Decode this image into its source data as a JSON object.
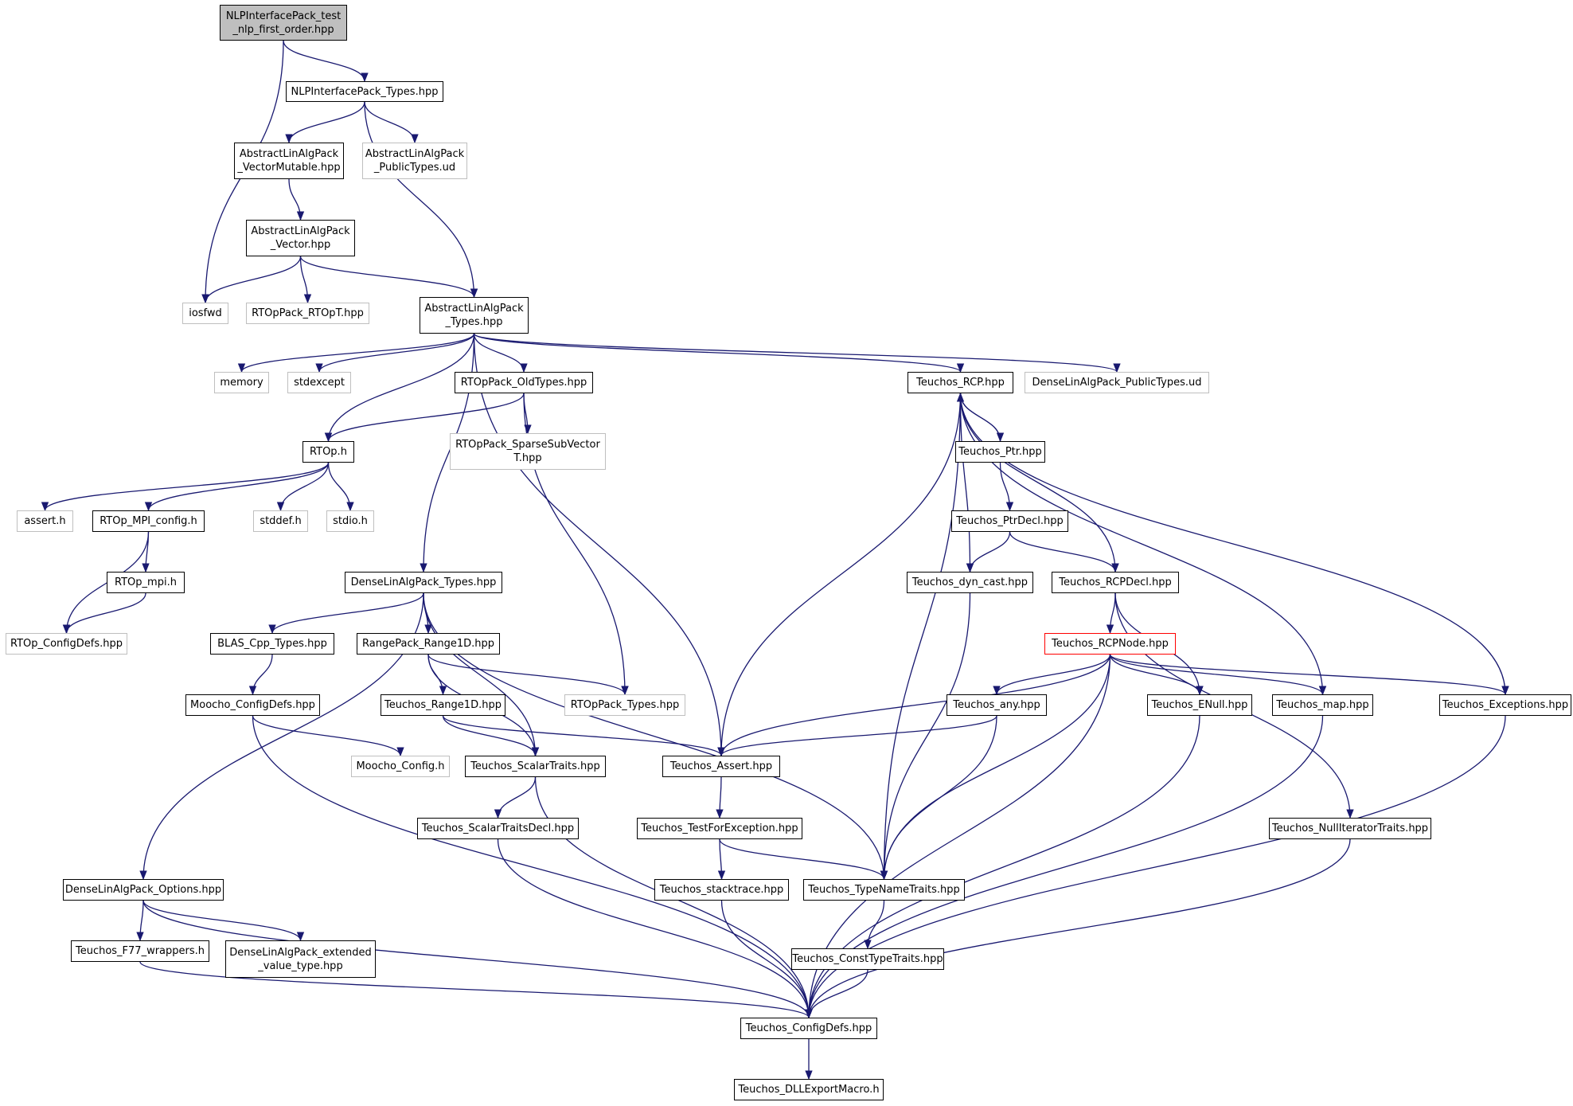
{
  "colors": {
    "edge": "#191970",
    "node_border": "#000000",
    "missing_border": "#bfbfbf",
    "root_fill": "#bfbfbf",
    "truncated_border": "#ff0000"
  },
  "nodes": [
    {
      "id": "root",
      "label": "NLPInterfacePack_test\n_nlp_first_order.hpp",
      "kind": "root"
    },
    {
      "id": "nlp_types",
      "label": "NLPInterfacePack_Types.hpp",
      "kind": "normal"
    },
    {
      "id": "ala_vm",
      "label": "AbstractLinAlgPack\n_VectorMutable.hpp",
      "kind": "normal"
    },
    {
      "id": "ala_put",
      "label": "AbstractLinAlgPack\n_PublicTypes.ud",
      "kind": "missing"
    },
    {
      "id": "ala_v",
      "label": "AbstractLinAlgPack\n_Vector.hpp",
      "kind": "normal"
    },
    {
      "id": "iosfwd",
      "label": "iosfwd",
      "kind": "missing"
    },
    {
      "id": "rtop_t",
      "label": "RTOpPack_RTOpT.hpp",
      "kind": "missing"
    },
    {
      "id": "ala_types",
      "label": "AbstractLinAlgPack\n_Types.hpp",
      "kind": "normal"
    },
    {
      "id": "memory",
      "label": "memory",
      "kind": "missing"
    },
    {
      "id": "stdexcept",
      "label": "stdexcept",
      "kind": "missing"
    },
    {
      "id": "rtop_old",
      "label": "RTOpPack_OldTypes.hpp",
      "kind": "normal"
    },
    {
      "id": "rcp",
      "label": "Teuchos_RCP.hpp",
      "kind": "normal"
    },
    {
      "id": "dense_put",
      "label": "DenseLinAlgPack_PublicTypes.ud",
      "kind": "missing"
    },
    {
      "id": "rtop_h",
      "label": "RTOp.h",
      "kind": "normal"
    },
    {
      "id": "rtop_ssv",
      "label": "RTOpPack_SparseSubVector\nT.hpp",
      "kind": "missing"
    },
    {
      "id": "ptr",
      "label": "Teuchos_Ptr.hpp",
      "kind": "normal"
    },
    {
      "id": "assert_h",
      "label": "assert.h",
      "kind": "missing"
    },
    {
      "id": "mpi_config",
      "label": "RTOp_MPI_config.h",
      "kind": "normal"
    },
    {
      "id": "stddef",
      "label": "stddef.h",
      "kind": "missing"
    },
    {
      "id": "stdio",
      "label": "stdio.h",
      "kind": "missing"
    },
    {
      "id": "ptrdecl",
      "label": "Teuchos_PtrDecl.hpp",
      "kind": "normal"
    },
    {
      "id": "rtop_mpi",
      "label": "RTOp_mpi.h",
      "kind": "normal"
    },
    {
      "id": "dense_types",
      "label": "DenseLinAlgPack_Types.hpp",
      "kind": "normal"
    },
    {
      "id": "dyncast",
      "label": "Teuchos_dyn_cast.hpp",
      "kind": "normal"
    },
    {
      "id": "rcpdecl",
      "label": "Teuchos_RCPDecl.hpp",
      "kind": "normal"
    },
    {
      "id": "rtop_cfg",
      "label": "RTOp_ConfigDefs.hpp",
      "kind": "missing"
    },
    {
      "id": "blas",
      "label": "BLAS_Cpp_Types.hpp",
      "kind": "normal"
    },
    {
      "id": "range1d_rp",
      "label": "RangePack_Range1D.hpp",
      "kind": "normal"
    },
    {
      "id": "rcpnode",
      "label": "Teuchos_RCPNode.hpp",
      "kind": "red"
    },
    {
      "id": "moocho_cd",
      "label": "Moocho_ConfigDefs.hpp",
      "kind": "normal"
    },
    {
      "id": "t_range1d",
      "label": "Teuchos_Range1D.hpp",
      "kind": "normal"
    },
    {
      "id": "rtoppack_types",
      "label": "RTOpPack_Types.hpp",
      "kind": "missing"
    },
    {
      "id": "any",
      "label": "Teuchos_any.hpp",
      "kind": "normal"
    },
    {
      "id": "enull",
      "label": "Teuchos_ENull.hpp",
      "kind": "normal"
    },
    {
      "id": "map",
      "label": "Teuchos_map.hpp",
      "kind": "normal"
    },
    {
      "id": "exceptions",
      "label": "Teuchos_Exceptions.hpp",
      "kind": "normal"
    },
    {
      "id": "moocho_cfg",
      "label": "Moocho_Config.h",
      "kind": "missing"
    },
    {
      "id": "scalartraits",
      "label": "Teuchos_ScalarTraits.hpp",
      "kind": "normal"
    },
    {
      "id": "t_assert",
      "label": "Teuchos_Assert.hpp",
      "kind": "normal"
    },
    {
      "id": "stdecl",
      "label": "Teuchos_ScalarTraitsDecl.hpp",
      "kind": "normal"
    },
    {
      "id": "testforexc",
      "label": "Teuchos_TestForException.hpp",
      "kind": "normal"
    },
    {
      "id": "nulliter",
      "label": "Teuchos_NullIteratorTraits.hpp",
      "kind": "normal"
    },
    {
      "id": "dense_opts",
      "label": "DenseLinAlgPack_Options.hpp",
      "kind": "normal"
    },
    {
      "id": "stacktrace",
      "label": "Teuchos_stacktrace.hpp",
      "kind": "normal"
    },
    {
      "id": "typenametraits",
      "label": "Teuchos_TypeNameTraits.hpp",
      "kind": "normal"
    },
    {
      "id": "f77",
      "label": "Teuchos_F77_wrappers.h",
      "kind": "normal"
    },
    {
      "id": "dense_ext",
      "label": "DenseLinAlgPack_extended\n_value_type.hpp",
      "kind": "normal"
    },
    {
      "id": "consttypetraits",
      "label": "Teuchos_ConstTypeTraits.hpp",
      "kind": "normal"
    },
    {
      "id": "t_configdefs",
      "label": "Teuchos_ConfigDefs.hpp",
      "kind": "normal"
    },
    {
      "id": "dllexport",
      "label": "Teuchos_DLLExportMacro.h",
      "kind": "normal"
    }
  ],
  "edges": [
    [
      "root",
      "nlp_types"
    ],
    [
      "root",
      "iosfwd"
    ],
    [
      "nlp_types",
      "ala_vm"
    ],
    [
      "nlp_types",
      "ala_put"
    ],
    [
      "nlp_types",
      "ala_types"
    ],
    [
      "ala_vm",
      "ala_v"
    ],
    [
      "ala_v",
      "iosfwd"
    ],
    [
      "ala_v",
      "rtop_t"
    ],
    [
      "ala_v",
      "ala_types"
    ],
    [
      "ala_types",
      "memory"
    ],
    [
      "ala_types",
      "stdexcept"
    ],
    [
      "ala_types",
      "rtop_old"
    ],
    [
      "ala_types",
      "rcp"
    ],
    [
      "ala_types",
      "dense_put"
    ],
    [
      "ala_types",
      "rtop_h"
    ],
    [
      "ala_types",
      "dense_types"
    ],
    [
      "ala_types",
      "t_assert"
    ],
    [
      "rtop_old",
      "rtop_h"
    ],
    [
      "rtop_old",
      "rtop_ssv"
    ],
    [
      "rtop_old",
      "rtoppack_types"
    ],
    [
      "rtop_h",
      "assert_h"
    ],
    [
      "rtop_h",
      "mpi_config"
    ],
    [
      "rtop_h",
      "stddef"
    ],
    [
      "rtop_h",
      "stdio"
    ],
    [
      "mpi_config",
      "rtop_mpi"
    ],
    [
      "mpi_config",
      "rtop_cfg"
    ],
    [
      "rtop_mpi",
      "rtop_cfg"
    ],
    [
      "rcp",
      "ptr"
    ],
    [
      "rcp",
      "dyncast"
    ],
    [
      "rcp",
      "rcpdecl"
    ],
    [
      "rcp",
      "t_assert"
    ],
    [
      "rcp",
      "typenametraits"
    ],
    [
      "rcp",
      "map"
    ],
    [
      "rcp",
      "exceptions"
    ],
    [
      "ptr",
      "rcp"
    ],
    [
      "ptr",
      "ptrdecl"
    ],
    [
      "ptrdecl",
      "dyncast"
    ],
    [
      "ptrdecl",
      "rcpdecl"
    ],
    [
      "dyncast",
      "typenametraits"
    ],
    [
      "rcpdecl",
      "rcpnode"
    ],
    [
      "rcpdecl",
      "enull"
    ],
    [
      "rcpdecl",
      "nulliter"
    ],
    [
      "rcpnode",
      "t_assert"
    ],
    [
      "rcpnode",
      "any"
    ],
    [
      "rcpnode",
      "typenametraits"
    ],
    [
      "rcpnode",
      "enull"
    ],
    [
      "rcpnode",
      "map"
    ],
    [
      "rcpnode",
      "exceptions"
    ],
    [
      "rcpnode",
      "t_configdefs"
    ],
    [
      "any",
      "t_assert"
    ],
    [
      "any",
      "typenametraits"
    ],
    [
      "dense_types",
      "blas"
    ],
    [
      "dense_types",
      "range1d_rp"
    ],
    [
      "dense_types",
      "dense_opts"
    ],
    [
      "dense_types",
      "scalartraits"
    ],
    [
      "dense_types",
      "typenametraits"
    ],
    [
      "blas",
      "moocho_cd"
    ],
    [
      "range1d_rp",
      "t_range1d"
    ],
    [
      "range1d_rp",
      "rtoppack_types"
    ],
    [
      "range1d_rp",
      "scalartraits"
    ],
    [
      "t_range1d",
      "scalartraits"
    ],
    [
      "t_range1d",
      "t_assert"
    ],
    [
      "moocho_cd",
      "moocho_cfg"
    ],
    [
      "moocho_cd",
      "t_configdefs"
    ],
    [
      "scalartraits",
      "stdecl"
    ],
    [
      "scalartraits",
      "t_configdefs"
    ],
    [
      "stdecl",
      "t_configdefs"
    ],
    [
      "t_assert",
      "testforexc"
    ],
    [
      "testforexc",
      "stacktrace"
    ],
    [
      "testforexc",
      "typenametraits"
    ],
    [
      "stacktrace",
      "t_configdefs"
    ],
    [
      "typenametraits",
      "consttypetraits"
    ],
    [
      "consttypetraits",
      "t_configdefs"
    ],
    [
      "enull",
      "t_configdefs"
    ],
    [
      "map",
      "t_configdefs"
    ],
    [
      "exceptions",
      "t_configdefs"
    ],
    [
      "nulliter",
      "t_configdefs"
    ],
    [
      "dense_opts",
      "f77"
    ],
    [
      "dense_opts",
      "dense_ext"
    ],
    [
      "dense_opts",
      "t_configdefs"
    ],
    [
      "f77",
      "t_configdefs"
    ],
    [
      "t_configdefs",
      "dllexport"
    ]
  ]
}
